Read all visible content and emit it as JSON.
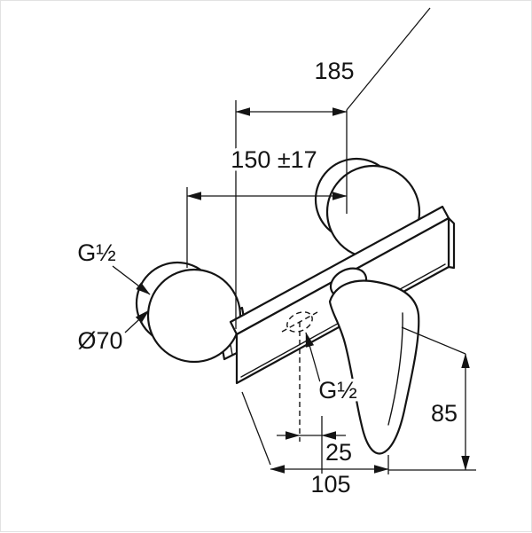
{
  "page": {
    "background": "#ffffff",
    "line_color": "#141414"
  },
  "drawing": {
    "type": "technical-dimension-drawing",
    "subject": "single-lever shower mixer with two wall unions and lever handle",
    "labels": {
      "total_width": "185",
      "connection_centers": "150 ±17",
      "wall_thread": "G½",
      "escutcheon_diameter": "Ø70",
      "outlet_thread": "G½",
      "outlet_offset": "25",
      "handle_drop": "85",
      "total_depth": "105"
    }
  }
}
